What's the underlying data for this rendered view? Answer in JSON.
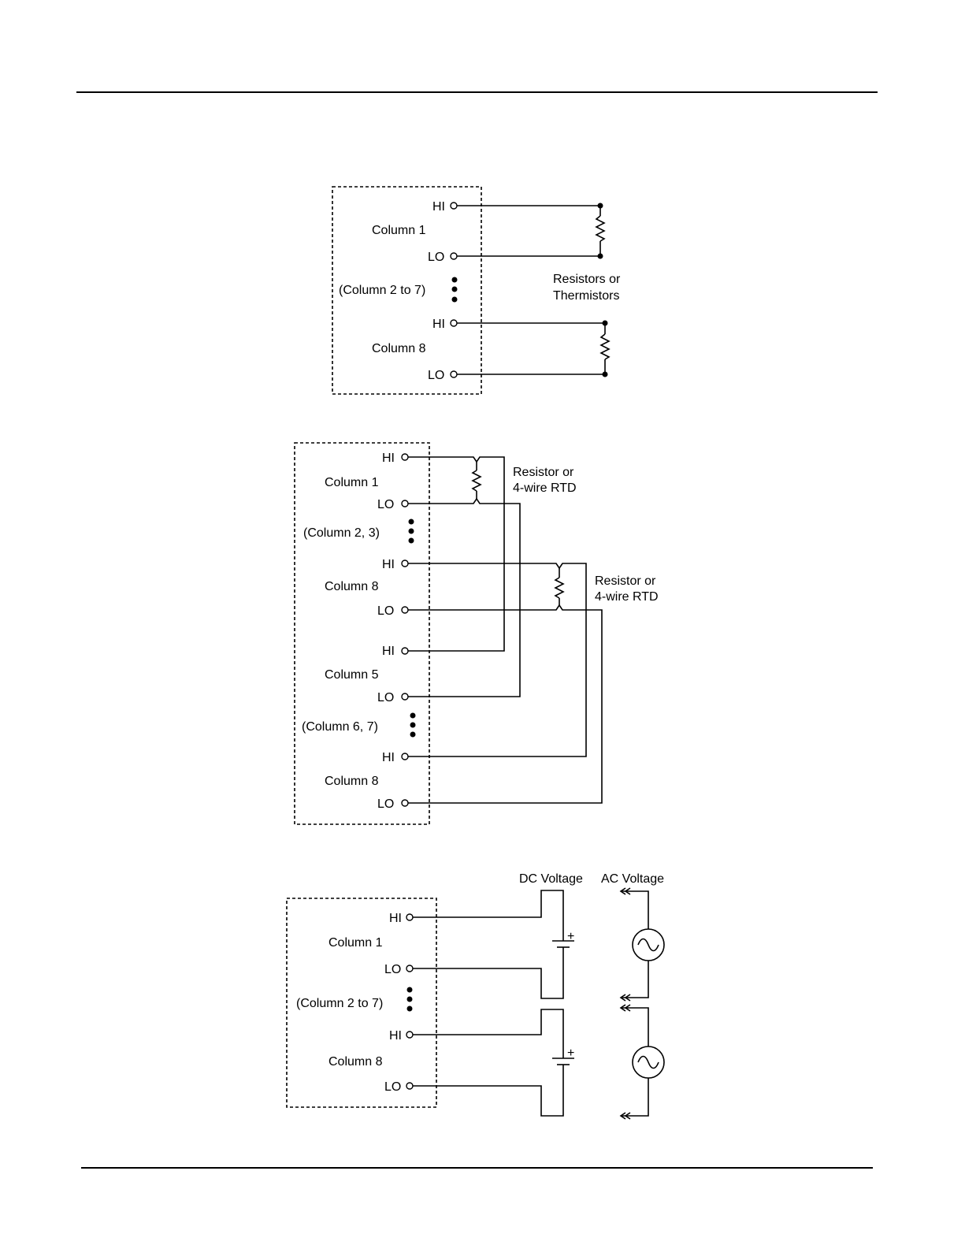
{
  "diagram1": {
    "col_first": "Column 1",
    "col_mid": "(Column 2 to 7)",
    "col_last": "Column 8",
    "hi": "HI",
    "lo": "LO",
    "device_label_line1": "Resistors or",
    "device_label_line2": "Thermistors"
  },
  "diagram2": {
    "col1": "Column 1",
    "col_mid_a": "(Column 2, 3)",
    "col4": "Column 8",
    "col5": "Column 5",
    "col_mid_b": "(Column 6, 7)",
    "col8": "Column 8",
    "hi": "HI",
    "lo": "LO",
    "rtd_a_line1": "Resistor or",
    "rtd_a_line2": "4-wire RTD",
    "rtd_b_line1": "Resistor or",
    "rtd_b_line2": "4-wire RTD"
  },
  "diagram3": {
    "col_first": "Column 1",
    "col_mid": "(Column 2 to 7)",
    "col_last": "Column 8",
    "hi": "HI",
    "lo": "LO",
    "dc_label": "DC Voltage",
    "ac_label": "AC Voltage",
    "plus": "+"
  }
}
